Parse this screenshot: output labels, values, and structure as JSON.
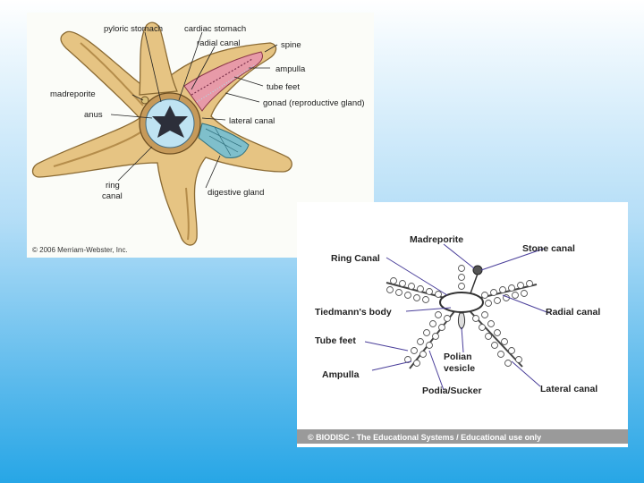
{
  "anatomy_diagram": {
    "labels": {
      "pyloric_stomach": "pyloric stomach",
      "cardiac_stomach": "cardiac stomach",
      "radial_canal": "radial canal",
      "spine": "spine",
      "ampulla": "ampulla",
      "tube_feet": "tube feet",
      "gonad": "gonad  (reproductive gland)",
      "madreporite": "madreporite",
      "anus": "anus",
      "lateral_canal": "lateral canal",
      "ring_canal_1": "ring",
      "ring_canal_2": "canal",
      "digestive_gland": "digestive gland"
    },
    "copyright": "© 2006 Merriam-Webster, Inc."
  },
  "water_vascular_diagram": {
    "labels": {
      "madreporite": "Madreporite",
      "stone_canal": "Stone canal",
      "ring_canal": "Ring Canal",
      "tiedmanns_body": "Tiedmann's body",
      "radial_canal": "Radial canal",
      "tube_feet": "Tube feet",
      "polian_vesicle_1": "Polian",
      "polian_vesicle_2": "vesicle",
      "ampulla": "Ampulla",
      "podia_sucker": "Podia/Sucker",
      "lateral_canal": "Lateral canal"
    },
    "copyright": "© BIODISC - The Educational Systems / Educational use only"
  },
  "colors": {
    "starfish_body": "#e6c483",
    "starfish_outline": "#8a6a33",
    "gonad": "#e79aa8",
    "digestive_gland": "#7fbfcb",
    "central_disc": "#bfe3f2",
    "leader_line": "#4a3f9a"
  }
}
